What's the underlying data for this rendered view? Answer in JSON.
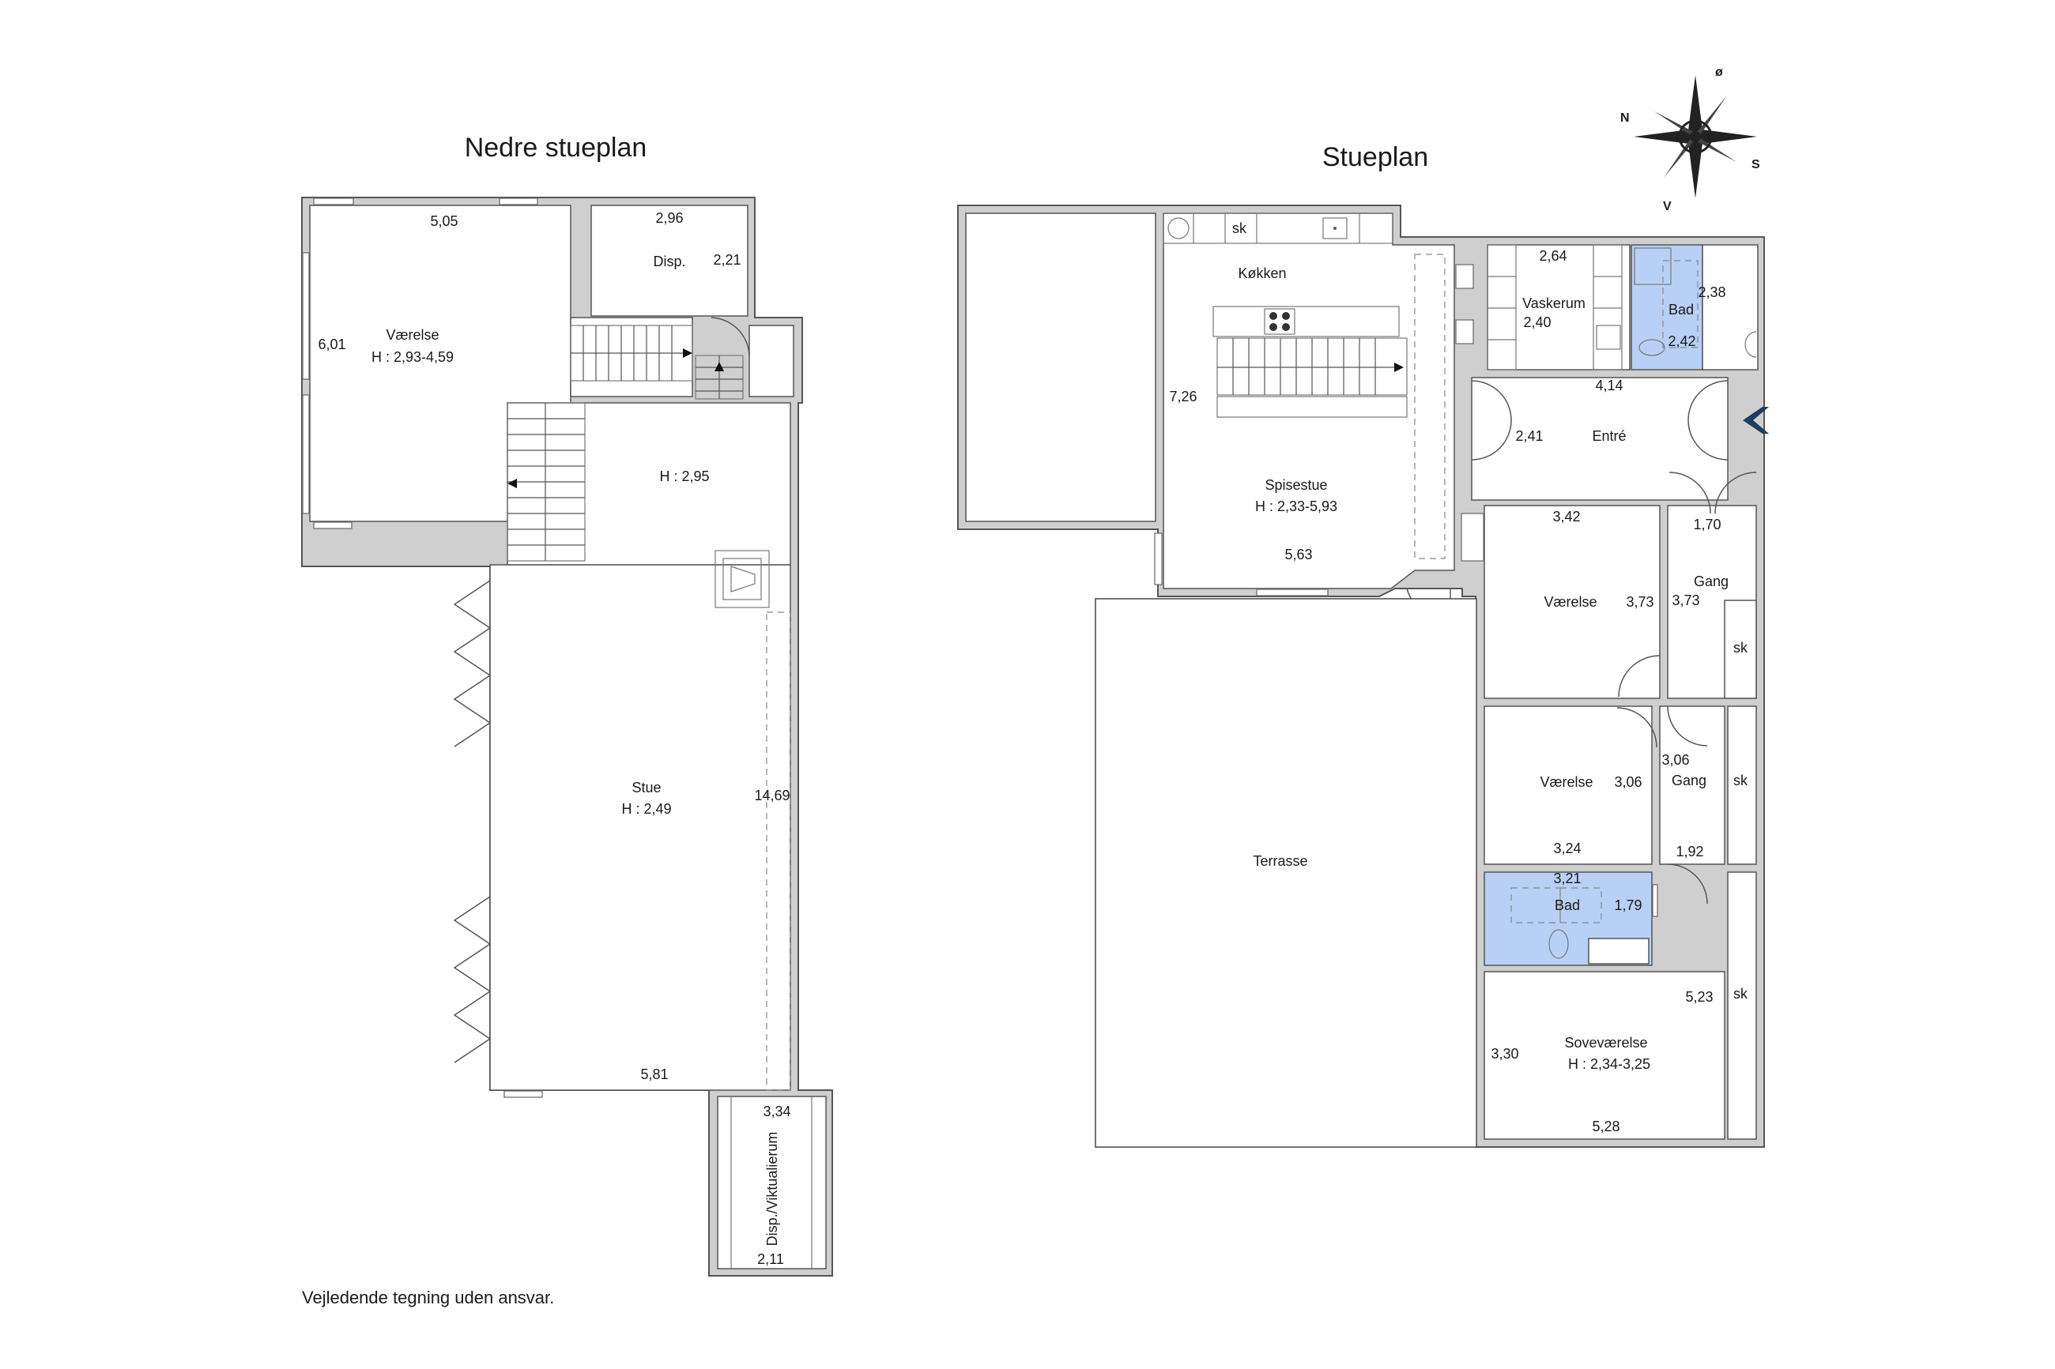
{
  "colors": {
    "wall": "#cfcfcf",
    "bath": "#b8d0f5",
    "entry_marker": "#1f3d5c"
  },
  "titles": {
    "lower": "Nedre stueplan",
    "main": "Stueplan"
  },
  "compass": {
    "n": "N",
    "o": "ø",
    "s": "S",
    "v": "V"
  },
  "disclaimer": "Vejledende tegning uden ansvar.",
  "lower": {
    "room_vaerelse": {
      "name": "Værelse",
      "height": "H : 2,93-4,59",
      "w": "5,05",
      "d": "6,01"
    },
    "room_disp": {
      "name": "Disp.",
      "w": "2,96",
      "d": "2,21"
    },
    "hall": {
      "height": "H : 2,95"
    },
    "room_stue": {
      "name": "Stue",
      "height": "H : 2,49",
      "w": "5,81",
      "d": "14,69"
    },
    "room_viktualie": {
      "name": "Disp./Viktualierum",
      "w": "2,11",
      "d": "3,34"
    }
  },
  "main": {
    "kitchen": {
      "name": "Køkken",
      "sk": "sk"
    },
    "dining": {
      "name": "Spisestue",
      "height": "H : 2,33-5,93",
      "w": "5,63",
      "d": "7,26"
    },
    "laundry": {
      "name": "Vaskerum",
      "w": "2,64",
      "d": "2,40"
    },
    "bath1": {
      "name": "Bad",
      "w": "2,38",
      "d": "2,42"
    },
    "entry": {
      "name": "Entré",
      "w": "4,14",
      "d": "2,41"
    },
    "room1": {
      "name": "Værelse",
      "w": "3,42",
      "d": "3,73"
    },
    "hall1": {
      "name": "Gang",
      "w": "1,70",
      "d": "3,73"
    },
    "sk1": "sk",
    "room2": {
      "name": "Værelse",
      "w": "3,24",
      "d": "3,06"
    },
    "hall2": {
      "name": "Gang",
      "w": "1,92",
      "d": "3,06"
    },
    "sk2": "sk",
    "bath2": {
      "name": "Bad",
      "w": "3,21",
      "d": "1,79"
    },
    "bedroom": {
      "name": "Soveværelse",
      "height": "H : 2,34-3,25",
      "w": "5,28",
      "d": "3,30",
      "d2": "5,23"
    },
    "sk3": "sk",
    "terrace": {
      "name": "Terrasse"
    }
  }
}
